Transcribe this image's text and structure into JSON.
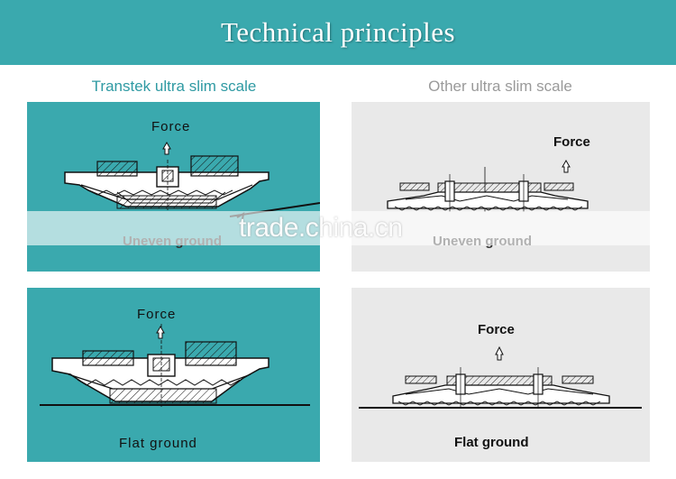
{
  "header": {
    "title": "Technical principles"
  },
  "columns": {
    "left_title": "Transtek ultra slim scale",
    "right_title": "Other ultra slim scale"
  },
  "panels": {
    "top_left": {
      "force_label": "Force",
      "ground_label": "Uneven ground"
    },
    "top_right": {
      "force_label": "Force",
      "ground_label": "Uneven ground"
    },
    "bottom_left": {
      "force_label": "Force",
      "ground_label": "Flat ground"
    },
    "bottom_right": {
      "force_label": "Force",
      "ground_label": "Flat ground"
    }
  },
  "watermark": {
    "text": "trade.china.cn"
  },
  "colors": {
    "teal": "#3aa9ae",
    "grey_panel": "#e9e9e9",
    "left_title": "#2f9aa3",
    "right_title": "#9a9a9a"
  },
  "icons": {
    "force_arrow": "up-arrow-icon"
  }
}
